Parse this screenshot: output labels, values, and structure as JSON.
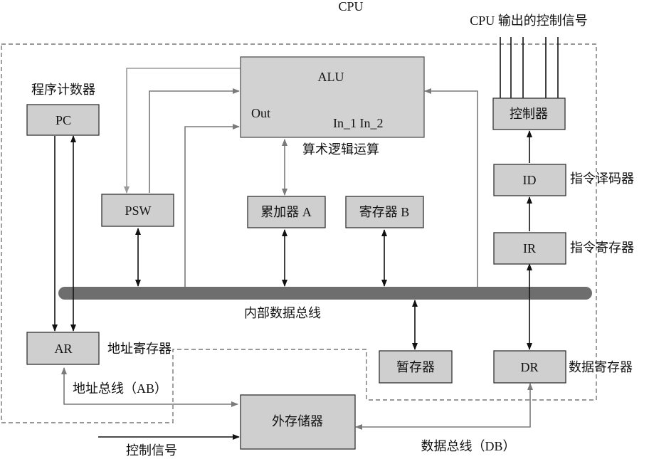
{
  "title": "CPU",
  "control_out_label": "CPU 输出的控制信号",
  "pc_label": "程序计数器",
  "pc": "PC",
  "alu": "ALU",
  "alu_out": "Out",
  "alu_in": "In_1 In_2",
  "alu_label": "算术逻辑运算",
  "psw": "PSW",
  "acc": "累加器 A",
  "regb": "寄存器 B",
  "controller": "控制器",
  "id": "ID",
  "id_label": "指令译码器",
  "ir": "IR",
  "ir_label": "指令寄存器",
  "bus_label": "内部数据总线",
  "ar": "AR",
  "ar_label": "地址寄存器",
  "ab_label": "地址总线（AB）",
  "temp": "暂存器",
  "dr": "DR",
  "dr_label": "数据寄存器",
  "memory": "外存储器",
  "db_label": "数据总线（DB）",
  "ctrl_signal_label": "控制信号"
}
